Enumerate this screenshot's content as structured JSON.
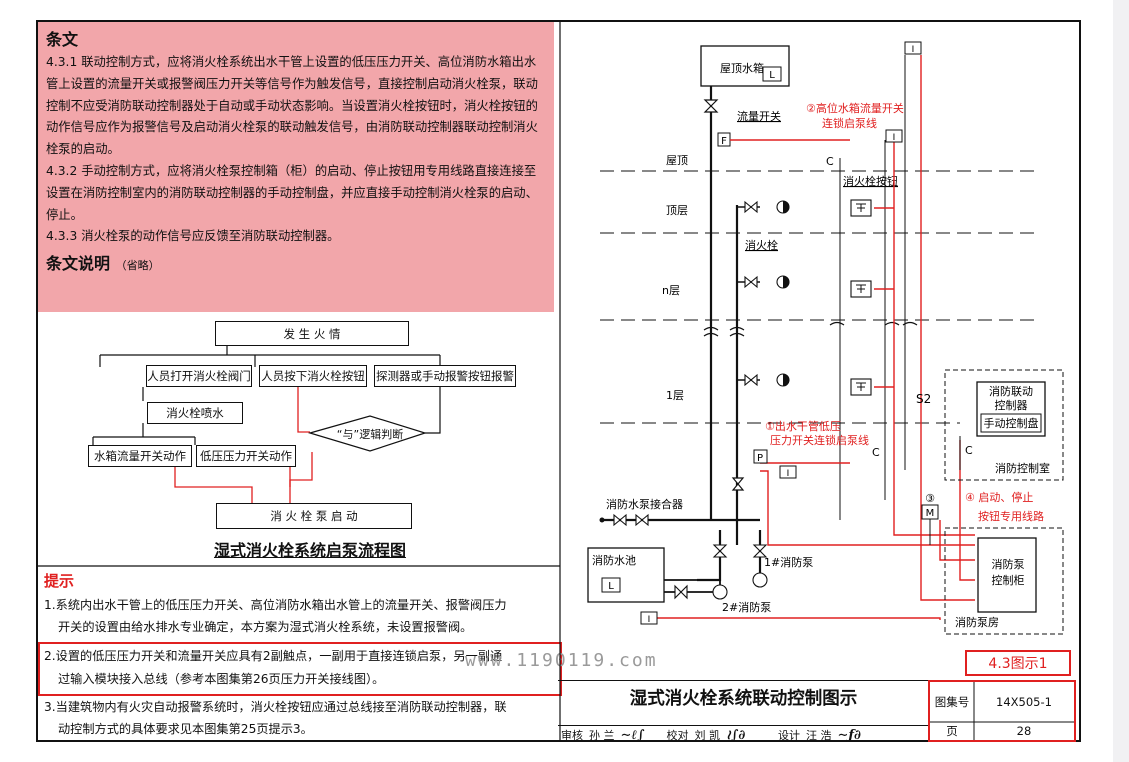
{
  "clause": {
    "title": "条文",
    "p1": "4.3.1  联动控制方式，应将消火栓系统出水干管上设置的低压压力开关、高位消防水箱出水管上设置的流量开关或报警阀压力开关等信号作为触发信号，直接控制启动消火栓泵，联动控制不应受消防联动控制器处于自动或手动状态影响。当设置消火栓按钮时，消火栓按钮的动作信号应作为报警信号及启动消火栓泵的联动触发信号，由消防联动控制器联动控制消火栓泵的启动。",
    "p2": "4.3.2  手动控制方式，应将消火栓泵控制箱（柜）的启动、停止按钮用专用线路直接连接至设置在消防控制室内的消防联动控制器的手动控制盘，并应直接手动控制消火栓泵的启动、停止。",
    "p3": "4.3.3  消火栓泵的动作信号应反馈至消防联动控制器。",
    "explain": "条文说明",
    "explain_note": "（省略）"
  },
  "flowchart": {
    "fire": "发 生 火 情",
    "open_valve": "人员打开消火栓阀门",
    "press_button": "人员按下消火栓按钮",
    "detector": "探测器或手动报警按钮报警",
    "spray": "消火栓喷水",
    "tank_switch": "水箱流量开关动作",
    "pressure_switch": "低压压力开关动作",
    "and_logic": "“与”逻辑判断",
    "pump_start": "消 火 栓 泵 启 动",
    "title": "湿式消火栓系统启泵流程图"
  },
  "tips": {
    "title": "提示",
    "t1a": "1.系统内出水干管上的低压压力开关、高位消防水箱出水管上的流量开关、报警阀压力",
    "t1b": "开关的设置由给水排水专业确定，本方案为湿式消火栓系统，未设置报警阀。",
    "t2a": "2.设置的低压压力开关和流量开关应具有2副触点，一副用于直接连锁启泵，另一副通",
    "t2b": "过输入模块接入总线（参考本图集第26页压力开关接线图）。",
    "t3a": "3.当建筑物内有火灾自动报警系统时，消火栓按钮应通过总线接至消防联动控制器，联",
    "t3b": "动控制方式的具体要求见本图集第25页提示3。"
  },
  "watermark": "www.1190119.com",
  "diagram": {
    "roof_tank": "屋顶水箱",
    "tank_L": "L",
    "flow_switch": "流量开关",
    "note2a": "②高位水箱流量开关",
    "note2b": "连锁启泵线",
    "roof": "屋顶",
    "top_floor": "顶层",
    "n_floor": "n层",
    "floor1": "1层",
    "hydrant_button": "消火栓按钮",
    "hydrant": "消火栓",
    "F": "F",
    "P": "P",
    "C": "C",
    "I": "I",
    "M": "M",
    "S2": "S2",
    "note1a": "①出水干管低压",
    "note1b": "压力开关连锁启泵线",
    "controller_a": "消防联动",
    "controller_b": "控制器",
    "manual_panel": "手动控制盘",
    "control_room": "消防控制室",
    "note3": "③",
    "note4a": "④ 启动、停止",
    "note4b": "按钮专用线路",
    "adapter": "消防水泵接合器",
    "pool": "消防水池",
    "pool_L": "L",
    "pump1": "1#消防泵",
    "pump2": "2#消防泵",
    "pump_cab_a": "消防泵",
    "pump_cab_b": "控制柜",
    "pump_room": "消防泵房"
  },
  "figure_no": "4.3图示1",
  "title_block": {
    "title": "湿式消火栓系统联动控制图示",
    "review": "审核",
    "reviewer": "孙 兰",
    "check": "校对",
    "checker": "刘 凯",
    "design": "设计",
    "designer": "汪 浩",
    "atlas_label": "图集号",
    "atlas_no": "14X505-1",
    "page_label": "页",
    "page_no": "28"
  },
  "colors": {
    "red": "#e02020",
    "pink": "#f2a6aa"
  }
}
